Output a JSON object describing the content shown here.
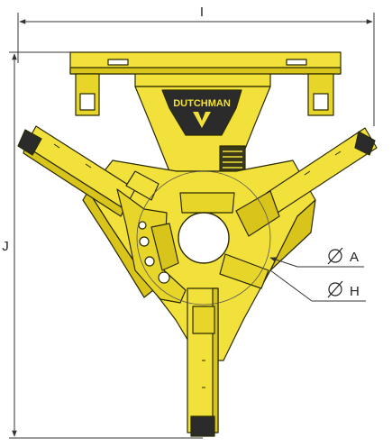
{
  "drawing": {
    "brand_logo_text": "DUTCHMAN",
    "dimensions": {
      "width_label": "I",
      "height_label": "J",
      "diameter_a_label": "A",
      "diameter_h_label": "H",
      "diameter_symbol": "Ø"
    },
    "colors": {
      "body_yellow": "#f2e13a",
      "shadow_yellow": "#d9c41c",
      "outline": "#2a2a00",
      "dimension_line": "#333333"
    }
  }
}
